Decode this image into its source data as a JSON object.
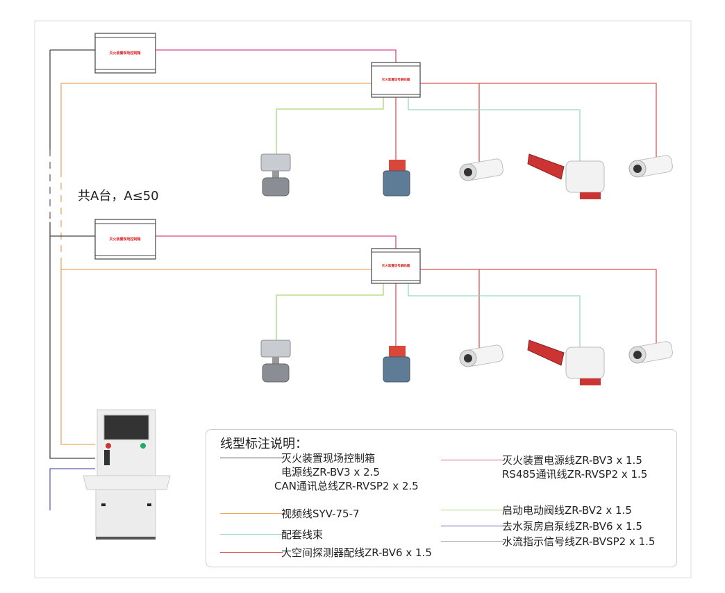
{
  "count_label": "共A台，A≤50",
  "devices": {
    "control_box_title": "灭火装置现场控制箱",
    "decoder_box_title": "灭火装置信号解码箱"
  },
  "legend": {
    "title": "线型标注说明：",
    "items": [
      {
        "label_lines": [
          "灭火装置现场控制箱",
          "电源线ZR-BV3 x 2.5",
          "CAN通讯总线ZR-RVSP2 x 2.5"
        ],
        "color": "#555555"
      },
      {
        "label_lines": [
          "灭火装置电源线ZR-BV3 x 1.5",
          "RS485通讯线ZR-RVSP2 x 1.5"
        ],
        "color": "#e0559a"
      },
      {
        "label_lines": [
          "视频线SYV-75-7"
        ],
        "color": "#f0a860"
      },
      {
        "label_lines": [
          "启动电动阀线ZR-BV2 x 1.5"
        ],
        "color": "#a8d878"
      },
      {
        "label_lines": [
          "去水泵房启泵线ZR-BV6 x 1.5"
        ],
        "color": "#6060b0"
      },
      {
        "label_lines": [
          "配套线束"
        ],
        "color": "#98d8c8"
      },
      {
        "label_lines": [
          "水流指示信号线ZR-BVSP2 x 1.5"
        ],
        "color": "#b8a8a8"
      },
      {
        "label_lines": [
          "大空间探测器配线ZR-BV6 x 1.5"
        ],
        "color": "#e05050"
      }
    ]
  },
  "colors": {
    "control": "#555555",
    "power485": "#d9468c",
    "video": "#f0a860",
    "valve": "#a8d878",
    "pump": "#6060b0",
    "harness": "#98d8c8",
    "detector": "#e05050",
    "frame": "#d8d8d8"
  }
}
